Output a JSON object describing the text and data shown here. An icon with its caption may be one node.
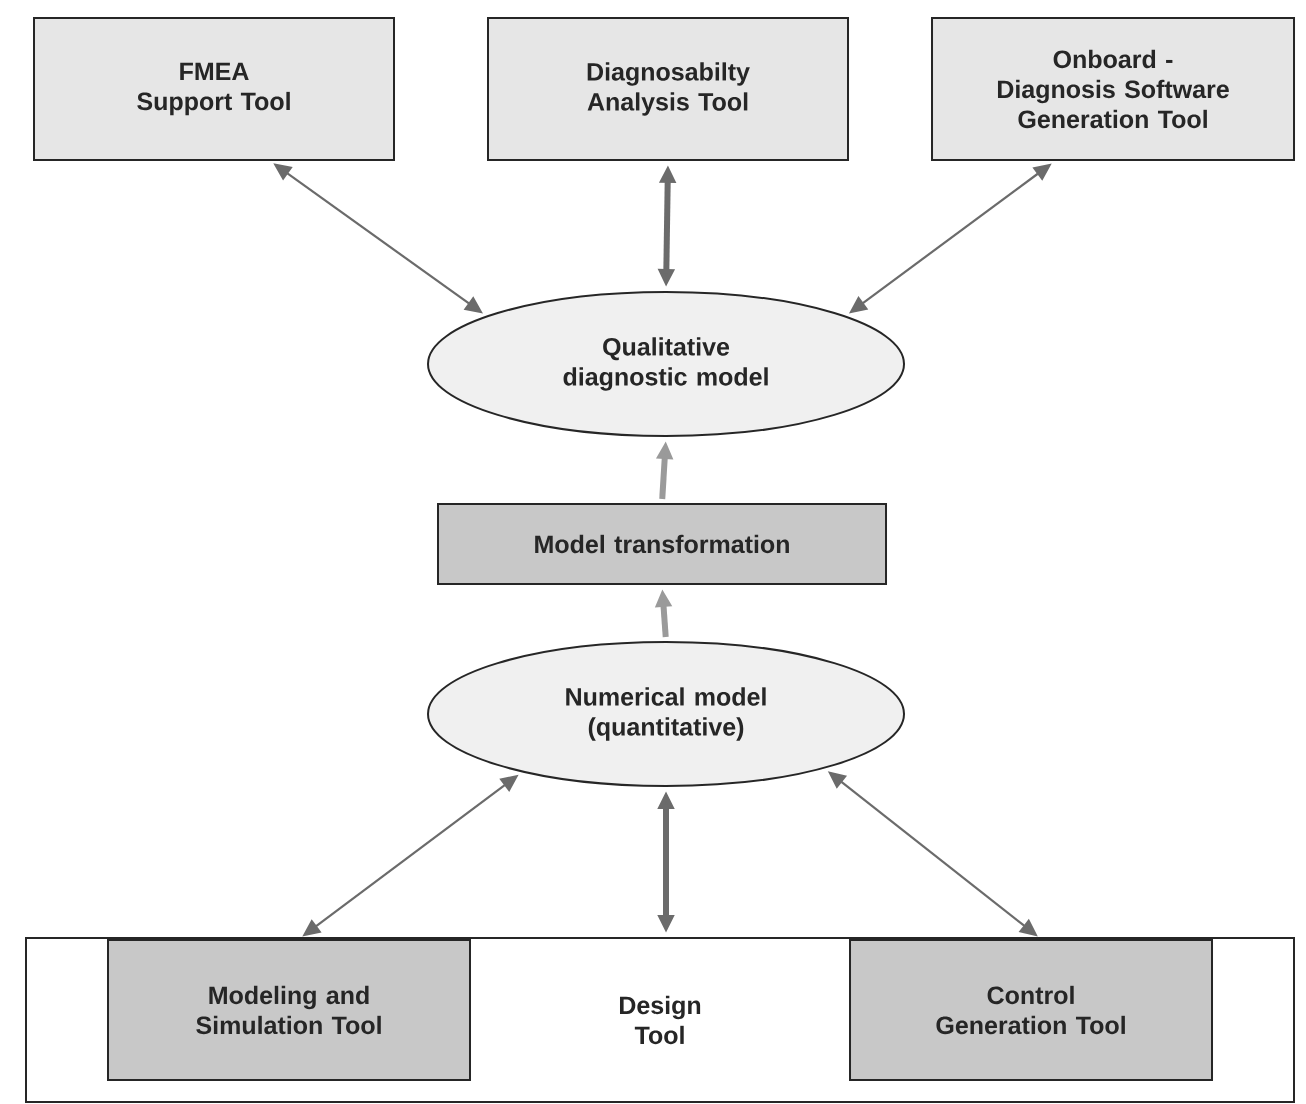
{
  "diagram": {
    "nodes": [
      {
        "text": [
          "FMEA Support Tool"
        ]
      },
      {
        "text": [
          "Diagnosabilty Analysis Tool"
        ]
      },
      {
        "text": [
          "Onboard - Diagnosis Software Generation Tool"
        ]
      },
      {
        "text": [
          "Qualitative diagnostic model"
        ]
      },
      {
        "text": [
          "Model transformation"
        ]
      },
      {
        "text": [
          "Numerical model (quantitative)"
        ]
      },
      {
        "text": [
          "Design Tool"
        ]
      },
      {
        "text": [
          "Modeling and Simulation Tool"
        ],
        "in": 6
      },
      {
        "text": [
          "Control Generation Tool"
        ],
        "in": 6
      }
    ],
    "edges": [
      {
        "from": 0,
        "to": 3,
        "arrow": "both"
      },
      {
        "from": 1,
        "to": 3,
        "arrow": "both",
        "style": "thick"
      },
      {
        "from": 2,
        "to": 3,
        "arrow": "both"
      },
      {
        "from": 4,
        "to": 3,
        "arrow": "to",
        "style": "thick",
        "color": "#9a9a9a"
      },
      {
        "from": 5,
        "to": 4,
        "arrow": "to",
        "style": "thick",
        "color": "#9a9a9a"
      },
      {
        "from": 5,
        "to": 7,
        "arrow": "both"
      },
      {
        "from": 5,
        "to": 6,
        "arrow": "both",
        "style": "thick"
      },
      {
        "from": 5,
        "to": 8,
        "arrow": "both"
      }
    ]
  }
}
